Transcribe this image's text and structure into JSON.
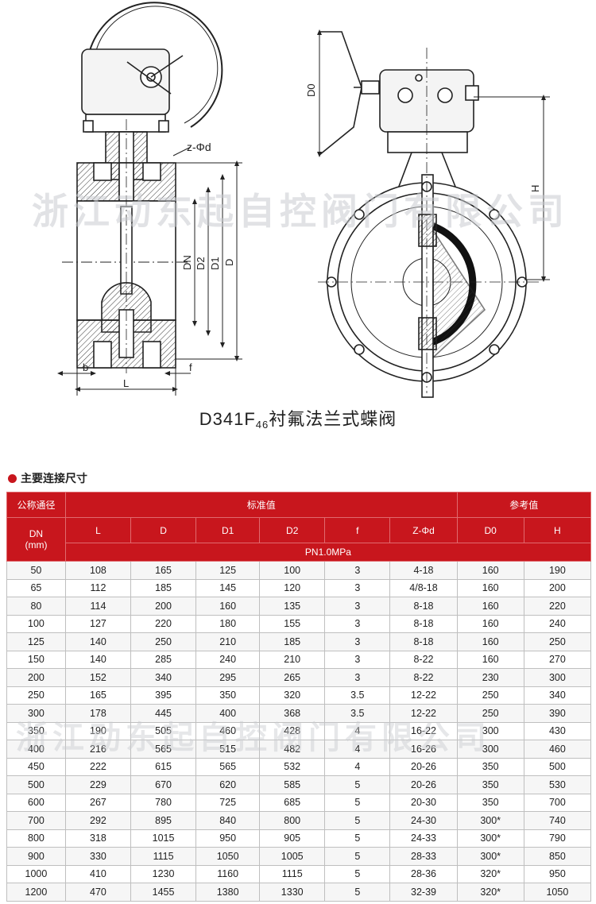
{
  "watermark": "浙江动东起自控阀门有限公司",
  "drawing": {
    "caption_prefix": "D341F",
    "caption_sub": "46",
    "caption_suffix": "衬氟法兰式蝶阀",
    "labels": {
      "zphid": "z-Φd",
      "dn": "DN",
      "d2": "D2",
      "d1": "D1",
      "d": "D",
      "b": "b",
      "l": "L",
      "f": "f",
      "d0": "D0",
      "h": "H"
    }
  },
  "section": {
    "title": "主要连接尺寸"
  },
  "table": {
    "header_dn_top": "公称通径",
    "header_standard": "标准值",
    "header_reference": "参考值",
    "header_dn": "DN",
    "header_dn_unit": "(mm)",
    "columns": [
      "L",
      "D",
      "D1",
      "D2",
      "f",
      "Z-Φd",
      "D0",
      "H"
    ],
    "pressure": "PN1.0MPa",
    "rows": [
      [
        "50",
        "108",
        "165",
        "125",
        "100",
        "3",
        "4-18",
        "160",
        "190"
      ],
      [
        "65",
        "112",
        "185",
        "145",
        "120",
        "3",
        "4/8-18",
        "160",
        "200"
      ],
      [
        "80",
        "114",
        "200",
        "160",
        "135",
        "3",
        "8-18",
        "160",
        "220"
      ],
      [
        "100",
        "127",
        "220",
        "180",
        "155",
        "3",
        "8-18",
        "160",
        "240"
      ],
      [
        "125",
        "140",
        "250",
        "210",
        "185",
        "3",
        "8-18",
        "160",
        "250"
      ],
      [
        "150",
        "140",
        "285",
        "240",
        "210",
        "3",
        "8-22",
        "160",
        "270"
      ],
      [
        "200",
        "152",
        "340",
        "295",
        "265",
        "3",
        "8-22",
        "230",
        "300"
      ],
      [
        "250",
        "165",
        "395",
        "350",
        "320",
        "3.5",
        "12-22",
        "250",
        "340"
      ],
      [
        "300",
        "178",
        "445",
        "400",
        "368",
        "3.5",
        "12-22",
        "250",
        "390"
      ],
      [
        "350",
        "190",
        "505",
        "460",
        "428",
        "4",
        "16-22",
        "300",
        "430"
      ],
      [
        "400",
        "216",
        "565",
        "515",
        "482",
        "4",
        "16-26",
        "300",
        "460"
      ],
      [
        "450",
        "222",
        "615",
        "565",
        "532",
        "4",
        "20-26",
        "350",
        "500"
      ],
      [
        "500",
        "229",
        "670",
        "620",
        "585",
        "5",
        "20-26",
        "350",
        "530"
      ],
      [
        "600",
        "267",
        "780",
        "725",
        "685",
        "5",
        "20-30",
        "350",
        "700"
      ],
      [
        "700",
        "292",
        "895",
        "840",
        "800",
        "5",
        "24-30",
        "300*",
        "740"
      ],
      [
        "800",
        "318",
        "1015",
        "950",
        "905",
        "5",
        "24-33",
        "300*",
        "790"
      ],
      [
        "900",
        "330",
        "1115",
        "1050",
        "1005",
        "5",
        "28-33",
        "300*",
        "850"
      ],
      [
        "1000",
        "410",
        "1230",
        "1160",
        "1115",
        "5",
        "28-36",
        "320*",
        "950"
      ],
      [
        "1200",
        "470",
        "1455",
        "1380",
        "1330",
        "5",
        "32-39",
        "320*",
        "1050"
      ]
    ]
  }
}
